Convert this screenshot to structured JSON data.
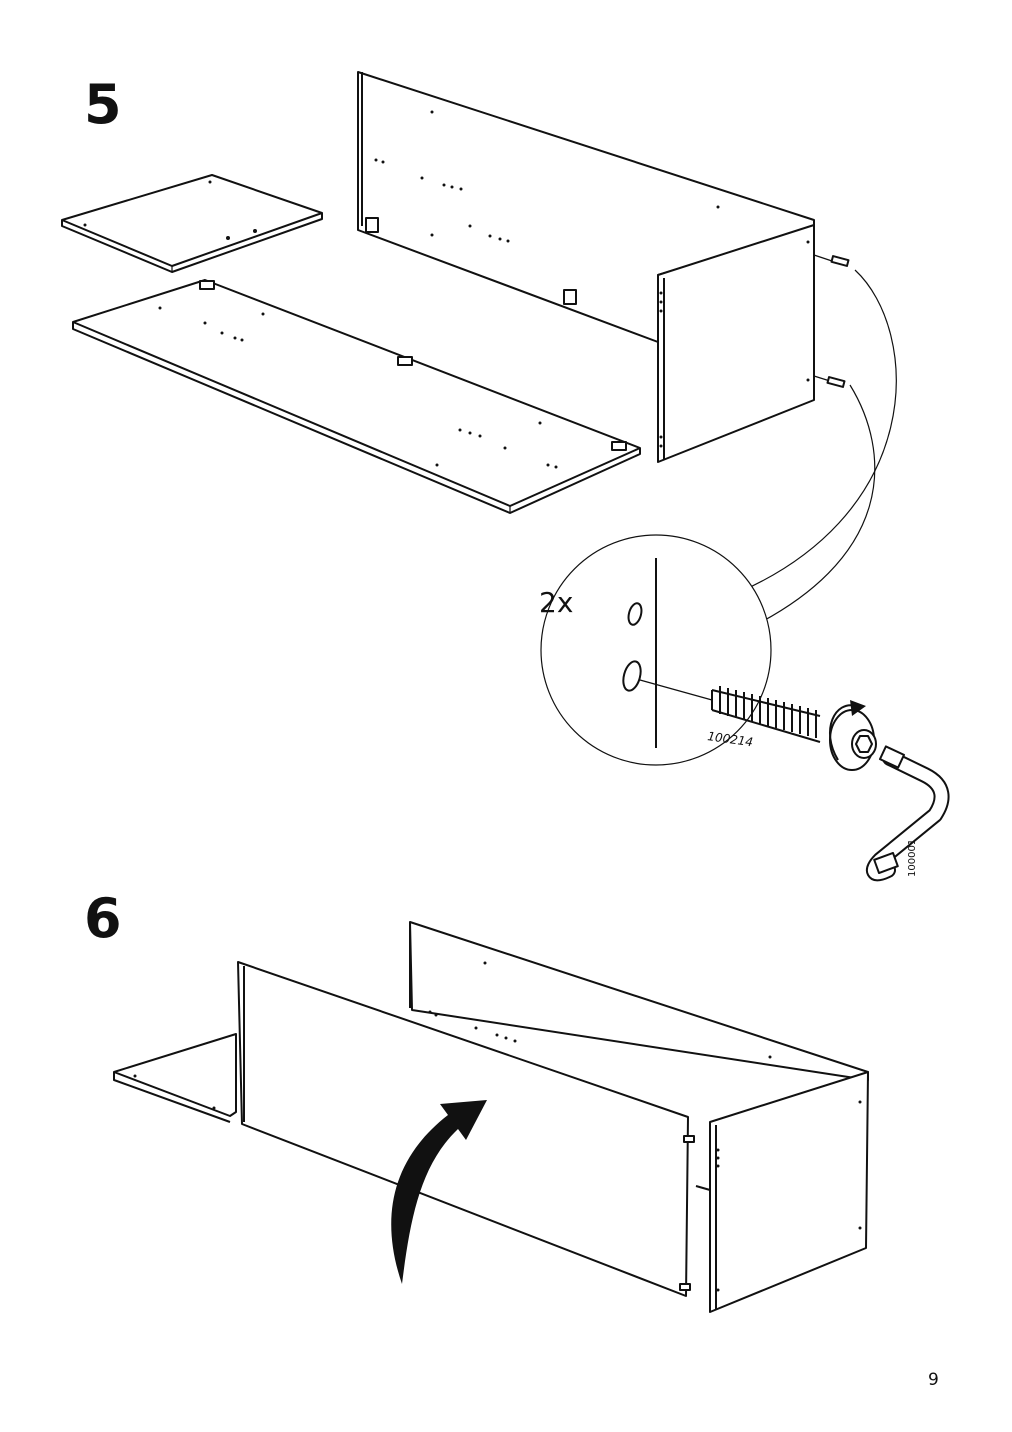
{
  "steps": [
    {
      "number": "5",
      "callout": {
        "quantity": "2x",
        "part_number_screw": "100214",
        "part_number_key": "100001"
      }
    },
    {
      "number": "6"
    }
  ],
  "page_number": "9",
  "colors": {
    "ink": "#111111",
    "paper": "#ffffff"
  },
  "icons": [
    "cam-lock-screw-icon",
    "allen-key-icon",
    "rotate-arrow-icon",
    "lift-arrow-icon"
  ]
}
